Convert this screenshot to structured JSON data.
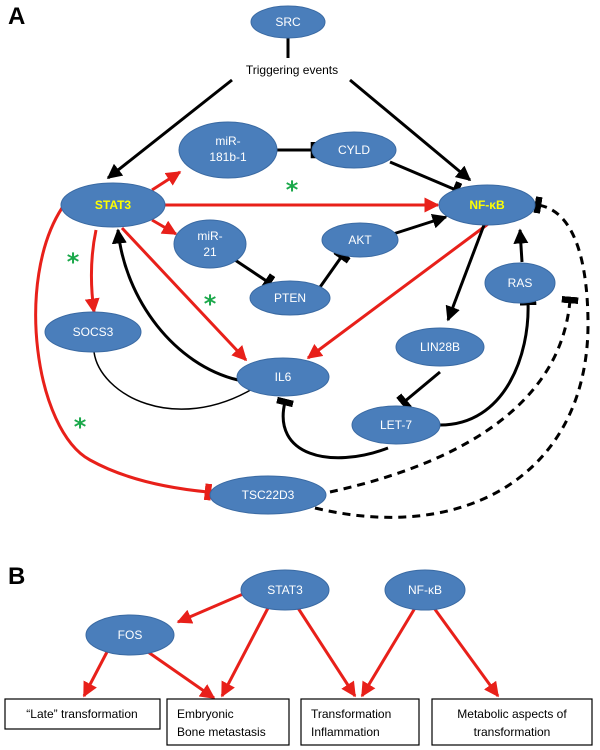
{
  "panels": {
    "a": "A",
    "b": "B"
  },
  "labels": {
    "triggering": "Triggering events"
  },
  "star": "*",
  "nodes": {
    "src": "SRC",
    "mir181_l1": "miR-",
    "mir181_l2": "181b-1",
    "cyld": "CYLD",
    "stat3": "STAT3",
    "nfkb": "NF-κB",
    "mir21_l1": "miR-",
    "mir21_l2": "21",
    "akt": "AKT",
    "pten": "PTEN",
    "ras": "RAS",
    "socs3": "SOCS3",
    "lin28b": "LIN28B",
    "il6": "IL6",
    "let7": "LET-7",
    "tsc22d3": "TSC22D3",
    "b_stat3": "STAT3",
    "b_nfkb": "NF-κB",
    "b_fos": "FOS"
  },
  "boxes": {
    "late": "“Late” transformation",
    "emb_l1": "Embryonic",
    "emb_l2": "Bone metastasis",
    "trans_l1": "Transformation",
    "trans_l2": "Inflammation",
    "meta_l1": "Metabolic aspects of",
    "meta_l2": "transformation"
  },
  "colors": {
    "node": "#4a7ebb",
    "highlight": "#ffff00",
    "red": "#e8201a",
    "black": "#000000",
    "star": "#1aa84a"
  }
}
